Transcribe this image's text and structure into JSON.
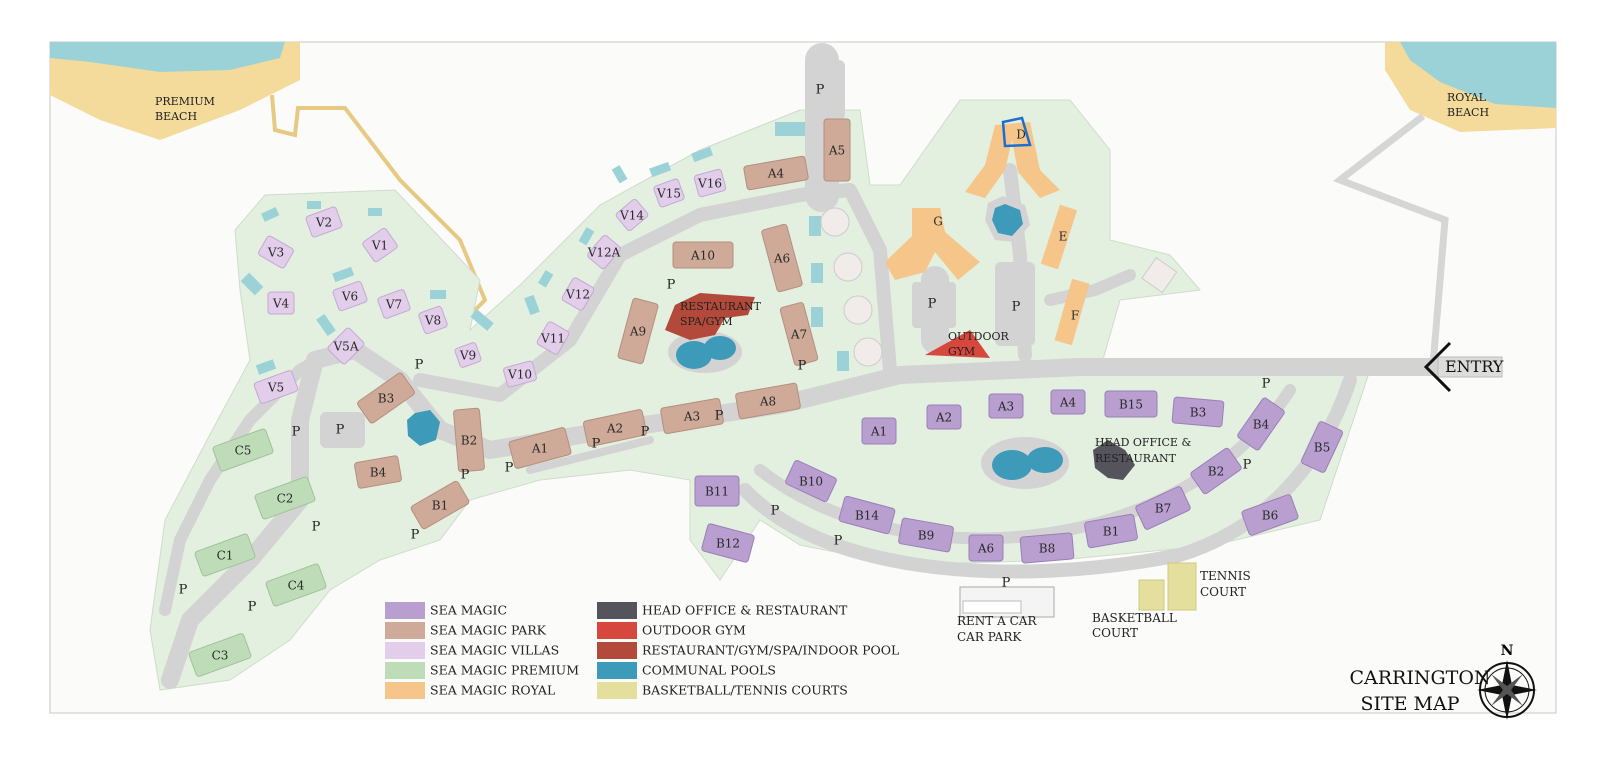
{
  "title": {
    "line1": "CARRINGTON",
    "line2": "SITE MAP"
  },
  "compass": {
    "north_label": "N",
    "icon": "compass-rose-icon"
  },
  "colors": {
    "sea_magic": "#b89fd0",
    "sea_magic_park": "#cfaa98",
    "sea_magic_villas": "#e2cdea",
    "sea_magic_premium": "#bfdcb8",
    "sea_magic_royal": "#f5c58a",
    "head_office": "#55535c",
    "outdoor_gym": "#d6473d",
    "restaurant": "#b2493a",
    "pools": "#3d9bb9",
    "courts": "#e5df9e",
    "ground": "#e3efdf",
    "road": "#d3d3d3",
    "sea": "#9bd2d8",
    "sand": "#f4db9b"
  },
  "legend": [
    {
      "label": "SEA MAGIC",
      "color": "#b89fd0"
    },
    {
      "label": "SEA MAGIC PARK",
      "color": "#cfaa98"
    },
    {
      "label": "SEA MAGIC VILLAS",
      "color": "#e2cdea"
    },
    {
      "label": "SEA MAGIC PREMIUM",
      "color": "#bfdcb8"
    },
    {
      "label": "SEA MAGIC ROYAL",
      "color": "#f5c58a"
    },
    {
      "label": "HEAD OFFICE & RESTAURANT",
      "color": "#55535c"
    },
    {
      "label": "OUTDOOR GYM",
      "color": "#d6473d"
    },
    {
      "label": "RESTAURANT/GYM/SPA/INDOOR POOL",
      "color": "#b2493a"
    },
    {
      "label": "COMMUNAL POOLS",
      "color": "#3d9bb9"
    },
    {
      "label": "BASKETBALL/TENNIS COURTS",
      "color": "#e5df9e"
    }
  ],
  "places": {
    "premium_beach": [
      "PREMIUM",
      "BEACH"
    ],
    "royal_beach": [
      "ROYAL",
      "BEACH"
    ],
    "entry": "ENTRY",
    "restaurant_spa": [
      "RESTAURANT",
      "SPA/GYM"
    ],
    "outdoor_gym": [
      "OUTDOOR",
      "GYM"
    ],
    "head_office": [
      "HEAD OFFICE &",
      "RESTAURANT"
    ],
    "rent_a_car": [
      "RENT A CAR",
      "CAR PARK"
    ],
    "basketball": [
      "BASKETBALL",
      "COURT"
    ],
    "tennis": [
      "TENNIS",
      "COURT"
    ]
  },
  "parking_label": "P",
  "buildings": {
    "villas": [
      "V1",
      "V2",
      "V3",
      "V4",
      "V5",
      "V5A",
      "V6",
      "V7",
      "V8",
      "V9",
      "V10",
      "V11",
      "V12",
      "V12A",
      "V14",
      "V15",
      "V16"
    ],
    "park": [
      "A1",
      "A2",
      "A3",
      "A4",
      "A5",
      "A6",
      "A7",
      "A8",
      "A9",
      "A10",
      "B1",
      "B2",
      "B3",
      "B4"
    ],
    "premium": [
      "C1",
      "C2",
      "C3",
      "C4",
      "C5"
    ],
    "royal": [
      "D",
      "E",
      "F",
      "G"
    ],
    "sea_magic": [
      "A1",
      "A2",
      "A3",
      "A4",
      "A6",
      "B1",
      "B2",
      "B3",
      "B4",
      "B5",
      "B6",
      "B7",
      "B8",
      "B9",
      "B10",
      "B11",
      "B12",
      "B14",
      "B15"
    ]
  }
}
